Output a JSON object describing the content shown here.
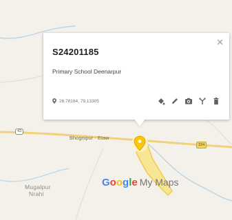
{
  "popup": {
    "title": "S24201185",
    "description": "Primary School Deenarpur",
    "coordinates": "26.78164, 79.13305",
    "close_icon": "close-icon",
    "tool_icons": [
      "style-icon",
      "edit-icon",
      "camera-icon",
      "directions-icon",
      "delete-icon"
    ]
  },
  "map": {
    "road_label": "Bhognipur - Etaw",
    "highway_left": "43",
    "highway_right": "334",
    "place_label_line1": "Mugalpur",
    "place_label_line2": "Nrahi",
    "marker_color": "#f9c80e",
    "polygon_color": "#f9e27a"
  },
  "brand": {
    "google": "Google",
    "my_maps": "My Maps",
    "google_colors": [
      "#4285F4",
      "#EA4335",
      "#FBBC05",
      "#4285F4",
      "#34A853",
      "#EA4335"
    ]
  }
}
